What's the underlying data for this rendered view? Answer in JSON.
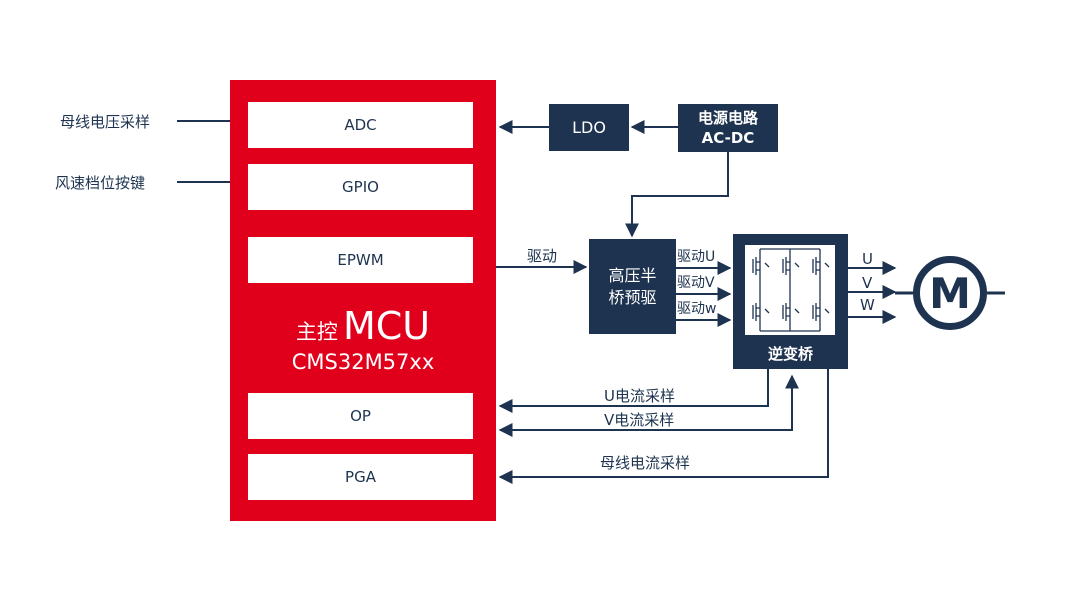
{
  "inputs": {
    "bus_voltage": "母线电压采样",
    "speed_key": "风速档位按键"
  },
  "mcu": {
    "title_cn": "主控",
    "title_en": "MCU",
    "model": "CMS32M57xx",
    "blocks": {
      "adc": "ADC",
      "gpio": "GPIO",
      "epwm": "EPWM",
      "op": "OP",
      "pga": "PGA"
    }
  },
  "power": {
    "ldo": "LDO",
    "acdc_line1": "电源电路",
    "acdc_line2": "AC-DC"
  },
  "predriver": {
    "line1": "高压半",
    "line2": "桥预驱",
    "input_label": "驱动"
  },
  "drive_labels": {
    "u": "驱动U",
    "v": "驱动V",
    "w": "驱动w"
  },
  "inverter": {
    "label": "逆变桥"
  },
  "phases": {
    "u": "U",
    "v": "V",
    "w": "W"
  },
  "motor": {
    "label": "M"
  },
  "feedback": {
    "u": "U电流采样",
    "v": "V电流采样",
    "bus": "母线电流采样"
  },
  "colors": {
    "mcu_red": "#e1001c",
    "navy": "#1e3350",
    "white": "#ffffff"
  }
}
